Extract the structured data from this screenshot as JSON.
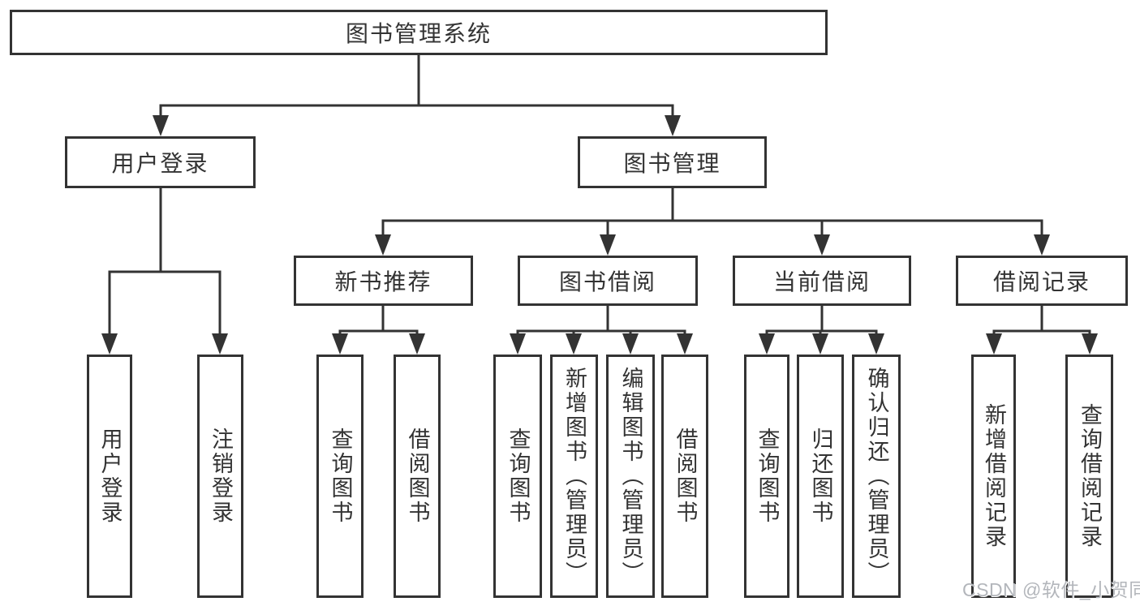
{
  "tree": {
    "root": {
      "label": "图书管理系统",
      "children": [
        {
          "label": "用户登录",
          "children": [
            {
              "label": "用户登录"
            },
            {
              "label": "注销登录"
            }
          ]
        },
        {
          "label": "图书管理",
          "children": [
            {
              "label": "新书推荐",
              "children": [
                {
                  "label": "查询图书"
                },
                {
                  "label": "借阅图书"
                }
              ]
            },
            {
              "label": "图书借阅",
              "children": [
                {
                  "label": "查询图书"
                },
                {
                  "label": "新增图书（管理员）"
                },
                {
                  "label": "编辑图书（管理员）"
                },
                {
                  "label": "借阅图书"
                }
              ]
            },
            {
              "label": "当前借阅",
              "children": [
                {
                  "label": "查询图书"
                },
                {
                  "label": "归还图书"
                },
                {
                  "label": "确认归还（管理员）"
                }
              ]
            },
            {
              "label": "借阅记录",
              "children": [
                {
                  "label": "新增借阅记录"
                },
                {
                  "label": "查询借阅记录"
                }
              ]
            }
          ]
        }
      ]
    },
    "watermark": "CSDN @软件_小贺同学",
    "colors": {
      "line": "#333333",
      "text": "#333333",
      "background": "#ffffff",
      "watermark": "#b3b6bb"
    }
  }
}
